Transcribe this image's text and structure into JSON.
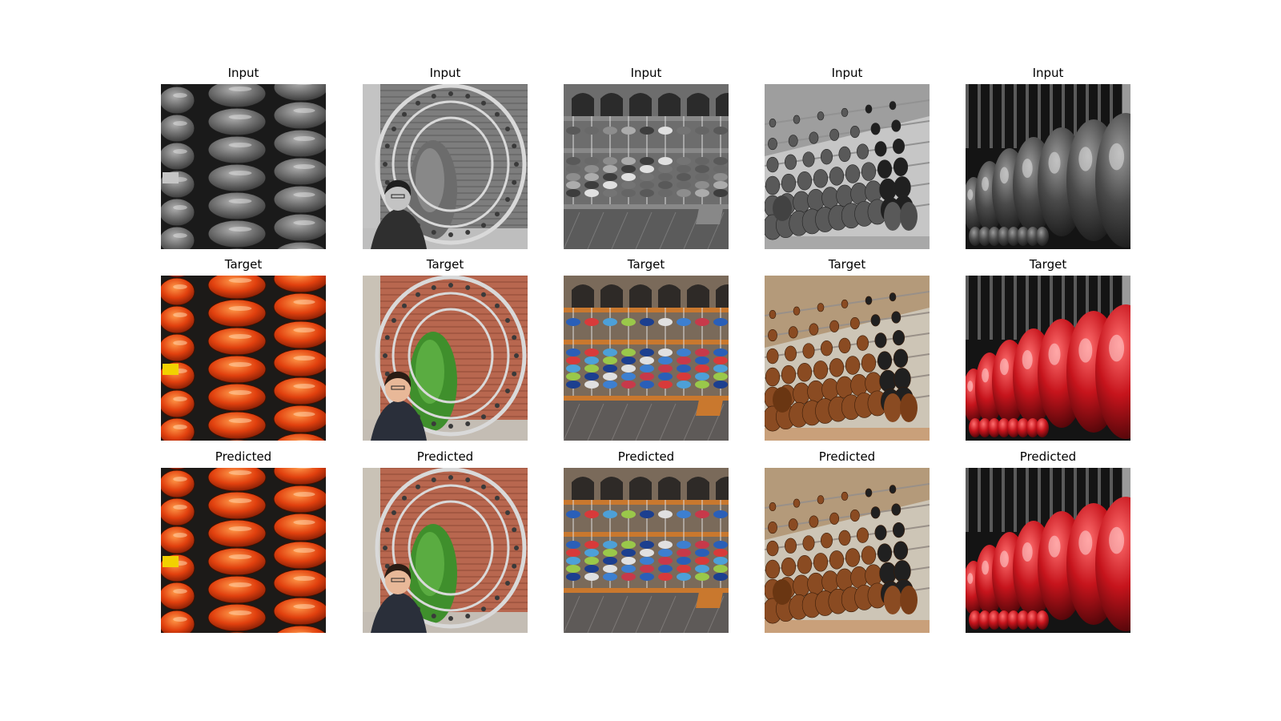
{
  "figure": {
    "rows": [
      {
        "label": "Input",
        "panels": [
          {
            "title": "Input",
            "subject": "close-up-bead-columns",
            "tone": "grayscale"
          },
          {
            "title": "Input",
            "subject": "ring-sculpture-with-woman",
            "tone": "grayscale"
          },
          {
            "title": "Input",
            "subject": "giant-outdoor-abacus",
            "tone": "grayscale"
          },
          {
            "title": "Input",
            "subject": "wooden-abacus-perspective",
            "tone": "grayscale"
          },
          {
            "title": "Input",
            "subject": "bead-row-closeup",
            "tone": "grayscale"
          }
        ]
      },
      {
        "label": "Target",
        "panels": [
          {
            "title": "Target",
            "subject": "close-up-bead-columns",
            "tone": "color"
          },
          {
            "title": "Target",
            "subject": "ring-sculpture-with-woman",
            "tone": "color"
          },
          {
            "title": "Target",
            "subject": "giant-outdoor-abacus",
            "tone": "color"
          },
          {
            "title": "Target",
            "subject": "wooden-abacus-perspective",
            "tone": "color"
          },
          {
            "title": "Target",
            "subject": "bead-row-closeup",
            "tone": "color"
          }
        ]
      },
      {
        "label": "Predicted",
        "panels": [
          {
            "title": "Predicted",
            "subject": "close-up-bead-columns",
            "tone": "color"
          },
          {
            "title": "Predicted",
            "subject": "ring-sculpture-with-woman",
            "tone": "color"
          },
          {
            "title": "Predicted",
            "subject": "giant-outdoor-abacus",
            "tone": "color"
          },
          {
            "title": "Predicted",
            "subject": "wooden-abacus-perspective",
            "tone": "color"
          },
          {
            "title": "Predicted",
            "subject": "bead-row-closeup",
            "tone": "color"
          }
        ]
      }
    ],
    "colors": {
      "background": "#ffffff",
      "title_text": "#000000"
    }
  }
}
